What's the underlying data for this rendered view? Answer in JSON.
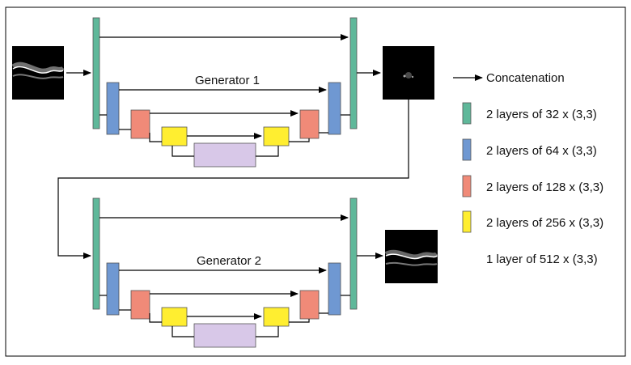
{
  "generator1": {
    "label": "Generator 1"
  },
  "generator2": {
    "label": "Generator 2"
  },
  "legend": {
    "concatenation": "Concatenation",
    "items": [
      {
        "label": "2 layers of 32 x (3,3)",
        "color": "#5fb89a"
      },
      {
        "label": "2 layers of 64 x (3,3)",
        "color": "#6f98d2"
      },
      {
        "label": "2 layers of 128 x (3,3)",
        "color": "#f08a78"
      },
      {
        "label": "2 layers of 256 x (3,3)",
        "color": "#ffee30"
      },
      {
        "label": "1 layer of 512 x (3,3)",
        "color": "#d8c8e8"
      }
    ]
  },
  "colors": {
    "c32": "#5fb89a",
    "c64": "#6f98d2",
    "c128": "#f08a78",
    "c256": "#ffee30",
    "c512": "#d8c8e8"
  }
}
